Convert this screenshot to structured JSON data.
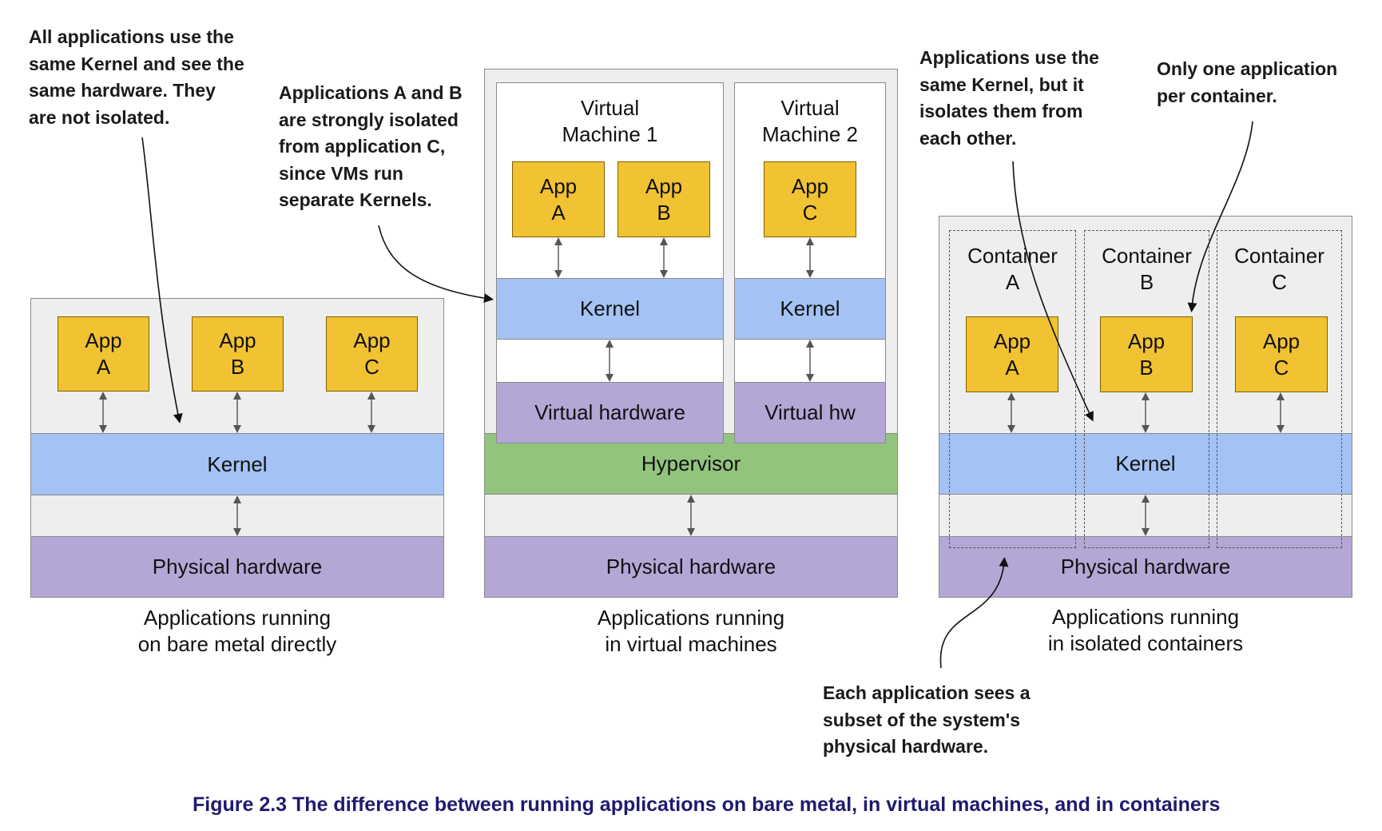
{
  "bare_metal": {
    "apps": [
      {
        "label": "App\nA"
      },
      {
        "label": "App\nB"
      },
      {
        "label": "App\nC"
      }
    ],
    "kernel": "Kernel",
    "hardware": "Physical hardware",
    "caption": "Applications running\non bare metal directly"
  },
  "vms": {
    "vm1": {
      "title": "Virtual\nMachine 1",
      "apps": [
        "App\nA",
        "App\nB"
      ],
      "kernel": "Kernel",
      "hardware": "Virtual hardware"
    },
    "vm2": {
      "title": "Virtual\nMachine 2",
      "apps": [
        "App\nC"
      ],
      "kernel": "Kernel",
      "hardware": "Virtual hw"
    },
    "hypervisor": "Hypervisor",
    "hardware": "Physical hardware",
    "caption": "Applications running\nin virtual machines"
  },
  "containers": {
    "items": [
      {
        "title": "Container\nA",
        "app": "App\nA"
      },
      {
        "title": "Container\nB",
        "app": "App\nB"
      },
      {
        "title": "Container\nC",
        "app": "App\nC"
      }
    ],
    "kernel": "Kernel",
    "hardware": "Physical hardware",
    "caption": "Applications running\nin isolated containers"
  },
  "annotations": {
    "bare_metal_note": "All applications use the\nsame Kernel and see the\nsame hardware. They\nare not isolated.",
    "vm_note": "Applications A and B\nare strongly isolated\nfrom application C,\nsince VMs run\nseparate Kernels.",
    "container_kernel_note": "Applications use the\nsame Kernel, but it\nisolates them from\neach other.",
    "one_app_note": "Only one application\nper container.",
    "hardware_subset_note": "Each application sees a\nsubset of the system's\nphysical hardware."
  },
  "figure_caption": "Figure 2.3 The difference between running applications on bare metal, in virtual machines, and in containers",
  "colors": {
    "app": "#f1c232",
    "kernel": "#a4c2f4",
    "hardware": "#b4a7d6",
    "hypervisor": "#93c47d",
    "panel": "#eeeeee",
    "caption_text": "#1f1a6e"
  }
}
